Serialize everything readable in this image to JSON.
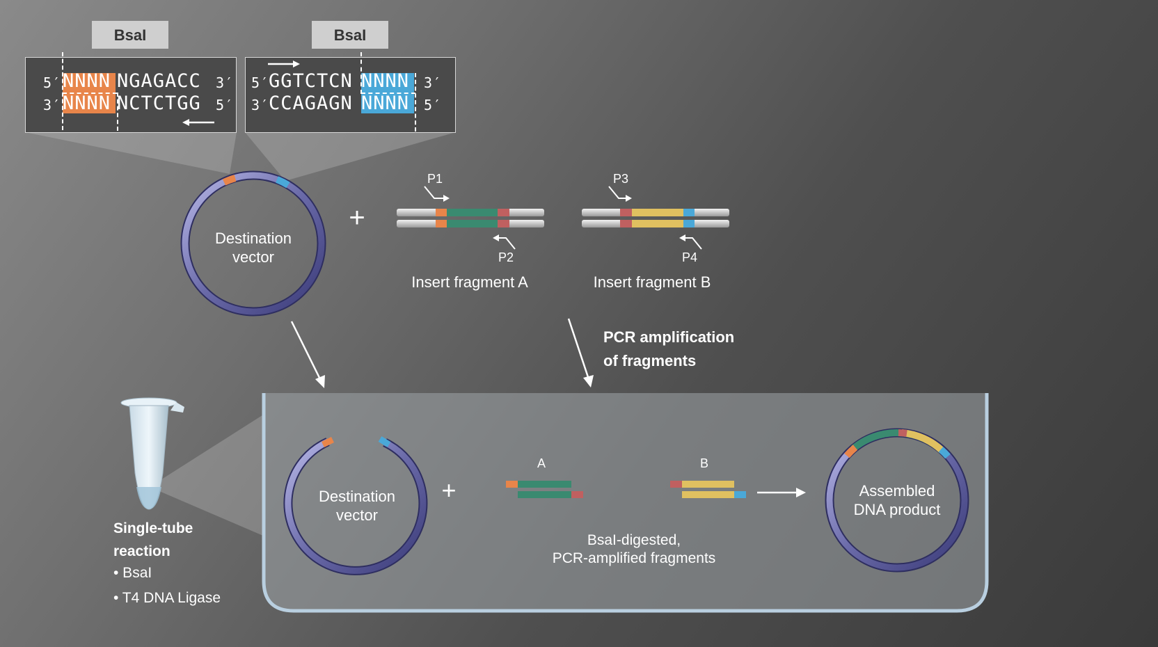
{
  "enzyme_label_left": "BsaI",
  "enzyme_label_right": "BsaI",
  "site_left": {
    "top_5": "5′",
    "top_seq_n": "NNNN",
    "top_seq": "NGAGACC",
    "top_3": "3′",
    "bot_3": "3′",
    "bot_seq_n": "NNNN",
    "bot_seq": "NCTCTGG",
    "bot_5": "5′"
  },
  "site_right": {
    "top_5": "5′",
    "top_seq": "GGTCTCN",
    "top_seq_n": "NNNN",
    "top_3": "3′",
    "bot_3": "3′",
    "bot_seq": "CCAGAGN",
    "bot_seq_n": "NNNN",
    "bot_5": "5′"
  },
  "vector_top": {
    "line1": "Destination",
    "line2": "vector"
  },
  "plus": "+",
  "primers": {
    "p1": "P1",
    "p2": "P2",
    "p3": "P3",
    "p4": "P4"
  },
  "fragment_a_label": "Insert fragment A",
  "fragment_b_label": "Insert fragment B",
  "pcr_label": {
    "line1": "PCR amplification",
    "line2": "of fragments"
  },
  "tube_caption": {
    "title1": "Single-tube",
    "title2": "reaction",
    "item1": "• BsaI",
    "item2": "• T4 DNA Ligase"
  },
  "vector_bottom": {
    "line1": "Destination",
    "line2": "vector"
  },
  "frag_a_short": "A",
  "frag_b_short": "B",
  "digested_label": {
    "line1": "BsaI-digested,",
    "line2": "PCR-amplified fragments"
  },
  "product": {
    "line1": "Assembled",
    "line2": "DNA product"
  },
  "colors": {
    "orange": "#e8854a",
    "blue": "#4aa8d8",
    "green": "#3a8a70",
    "yellow": "#e0c060",
    "red": "#c06060",
    "vector": "#6a6aa8"
  }
}
